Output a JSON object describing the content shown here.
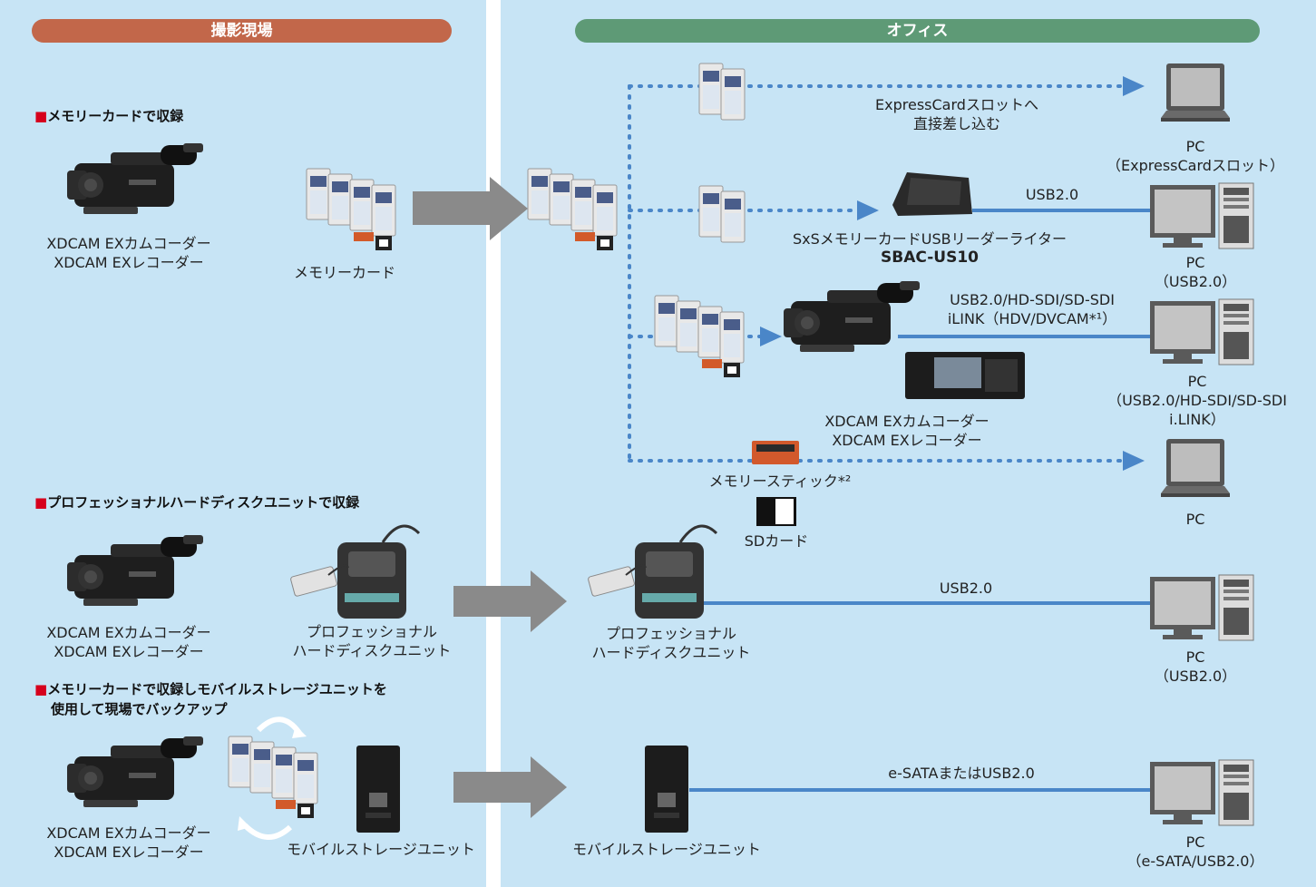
{
  "left_header": "撮影現場",
  "right_header": "オフィス",
  "colors": {
    "left_header": "#c2674a",
    "right_header": "#5e9a76",
    "connector": "#4a86c8",
    "arrow": "#8a8a8a",
    "panel": "#c7e4f5"
  },
  "sections": [
    {
      "marker": "■",
      "title": "メモリーカードで収録"
    },
    {
      "marker": "■",
      "title": "プロフェッショナルハードディスクユニットで収録"
    },
    {
      "marker": "■",
      "title": "メモリーカードで収録しモバイルストレージユニットを",
      "title2": "使用して現場でバックアップ"
    }
  ],
  "camcorder_line1": "XDCAM EXカムコーダー",
  "camcorder_line2": "XDCAM EXレコーダー",
  "memory_card": "メモリーカード",
  "pro_hd_line1": "プロフェッショナル",
  "pro_hd_line2": "ハードディスクユニット",
  "mobile_storage": "モバイルストレージユニット",
  "express_line1": "ExpressCardスロットへ",
  "express_line2": "直接差し込む",
  "usb20": "USB2.0",
  "reader_line1": "SxSメモリーカードUSBリーダーライター",
  "reader_model": "SBAC-US10",
  "interfaces_line1": "USB2.0/HD-SDI/SD-SDI",
  "interfaces_line2": "iLINK（HDV/DVCAM*¹）",
  "memory_stick": "メモリースティック*²",
  "sd_card": "SDカード",
  "esata": "e-SATAまたはUSB2.0",
  "pcs": [
    {
      "line1": "PC",
      "line2": "（ExpressCardスロット）"
    },
    {
      "line1": "PC",
      "line2": "（USB2.0）"
    },
    {
      "line1": "PC",
      "line2": "（USB2.0/HD-SDI/SD-SDI",
      "line3": "i.LINK）"
    },
    {
      "line1": "PC"
    },
    {
      "line1": "PC",
      "line2": "（USB2.0）"
    },
    {
      "line1": "PC",
      "line2": "（e-SATA/USB2.0）"
    }
  ]
}
